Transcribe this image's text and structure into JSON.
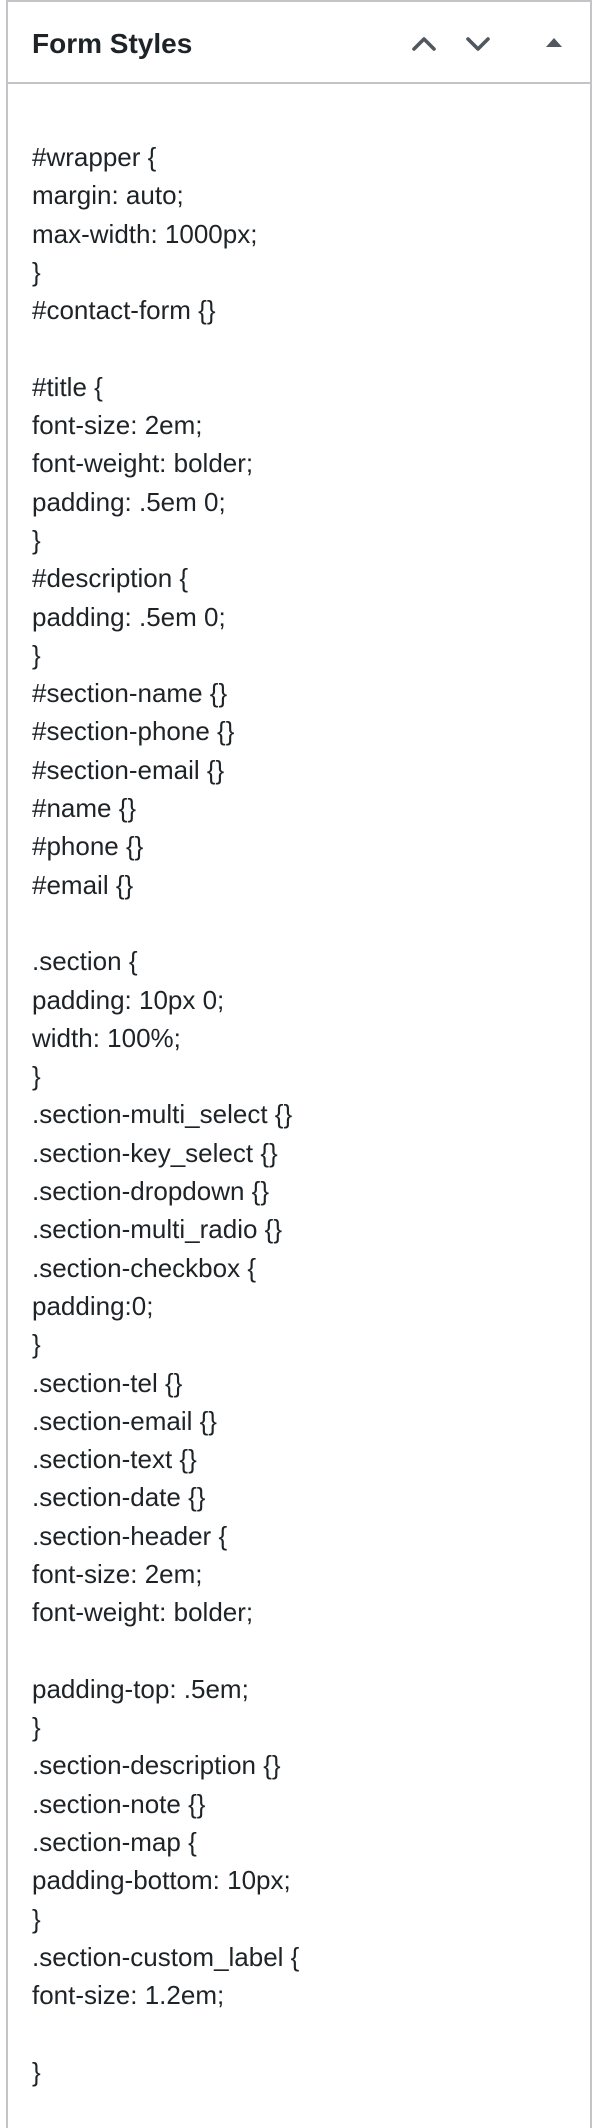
{
  "postbox": {
    "title": "Form Styles",
    "actions": {
      "move_up_icon": "chevron-up-icon",
      "move_down_icon": "chevron-down-icon",
      "toggle_icon": "triangle-up-icon"
    },
    "code_lines": [
      "#wrapper {",
      "margin: auto;",
      "max-width: 1000px;",
      "}",
      "#contact-form {}",
      "",
      "#title {",
      "font-size: 2em;",
      "font-weight: bolder;",
      "padding: .5em 0;",
      "}",
      "#description {",
      "padding: .5em 0;",
      "}",
      "#section-name {}",
      "#section-phone {}",
      "#section-email {}",
      "#name {}",
      "#phone {}",
      "#email {}",
      "",
      ".section {",
      "padding: 10px 0;",
      "width: 100%;",
      "}",
      ".section-multi_select {}",
      ".section-key_select {}",
      ".section-dropdown {}",
      ".section-multi_radio {}",
      ".section-checkbox {",
      "padding:0;",
      "}",
      ".section-tel {}",
      ".section-email {}",
      ".section-text {}",
      ".section-date {}",
      ".section-header {",
      "font-size: 2em;",
      "font-weight: bolder;",
      "",
      "padding-top: .5em;",
      "}",
      ".section-description {}",
      ".section-note {}",
      ".section-map {",
      "padding-bottom: 10px;",
      "}",
      ".section-custom_label {",
      "font-size: 1.2em;",
      "",
      "}"
    ]
  },
  "colors": {
    "text": "#1d2327",
    "border": "#c3c4c7",
    "icon": "#50575e",
    "background": "#ffffff"
  }
}
